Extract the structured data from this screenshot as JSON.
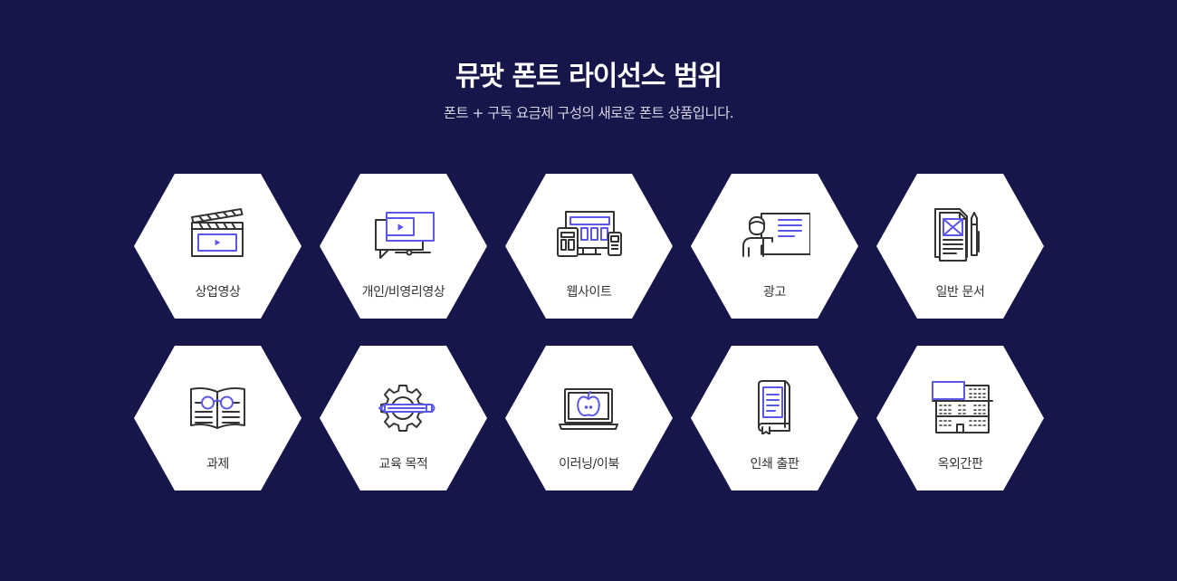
{
  "header": {
    "title": "뮤팟 폰트 라이선스 범위",
    "subtitle": "폰트 + 구독 요금제 구성의 새로운 폰트 상품입니다."
  },
  "colors": {
    "background": "#17164a",
    "hex_fill": "#ffffff",
    "icon_stroke": "#333333",
    "icon_accent": "#5b57e8",
    "label_text": "#333333"
  },
  "license_items": [
    {
      "label": "상업영상",
      "icon": "clapperboard-icon"
    },
    {
      "label": "개인/비영리영상",
      "icon": "video-presentation-icon"
    },
    {
      "label": "웹사이트",
      "icon": "responsive-devices-icon"
    },
    {
      "label": "광고",
      "icon": "presenter-board-icon"
    },
    {
      "label": "일반 문서",
      "icon": "document-pen-icon"
    },
    {
      "label": "과제",
      "icon": "open-book-glasses-icon"
    },
    {
      "label": "교육 목적",
      "icon": "gear-pencil-icon"
    },
    {
      "label": "이러닝/이북",
      "icon": "laptop-apple-icon"
    },
    {
      "label": "인쇄 출판",
      "icon": "printed-book-icon"
    },
    {
      "label": "옥외간판",
      "icon": "building-billboard-icon"
    }
  ]
}
